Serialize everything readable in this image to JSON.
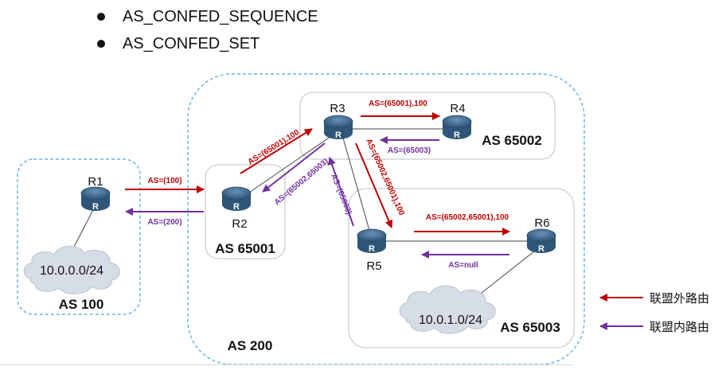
{
  "bullets": [
    "AS_CONFED_SEQUENCE",
    "AS_CONFED_SET"
  ],
  "as_labels": {
    "as100": "AS 100",
    "as200": "AS 200",
    "as65001": "AS 65001",
    "as65002": "AS 65002",
    "as65003": "AS 65003"
  },
  "routers": {
    "r1": "R1",
    "r2": "R2",
    "r3": "R3",
    "r4": "R4",
    "r5": "R5",
    "r6": "R6",
    "glyph": "R"
  },
  "networks": {
    "net1": "10.0.0.0/24",
    "net2": "10.0.1.0/24"
  },
  "arrow_labels": {
    "r1_r2": "AS=(100)",
    "r2_r1": "AS=(200)",
    "r2_r3": "AS=(65001),100",
    "r3_r2": "AS=(65002,65003)",
    "r3_r4": "AS=(65001),100",
    "r4_r3": "AS=(65003)",
    "r3_r5": "AS=(65002,65001),100",
    "r5_r3": "AS=(65003)",
    "r5_r6": "AS=(65002,65001),100",
    "r6_r5": "AS=null"
  },
  "legend": {
    "external": "联盟外路由",
    "internal": "联盟内路由"
  },
  "colors": {
    "external": "#c00000",
    "internal": "#7030a0",
    "router": "#3f6b8f",
    "cloud": "#d6dde6",
    "dashed": "#4aa3d6"
  }
}
